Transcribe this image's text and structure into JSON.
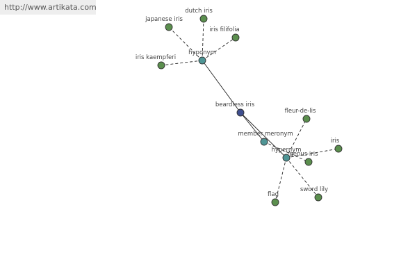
{
  "watermark": "http://www.artikata.com",
  "colors": {
    "leaf": "#5b8f4e",
    "relation": "#4f9595",
    "center": "#3f4f8f"
  },
  "nodes": [
    {
      "id": "beardless-iris",
      "label": "beardless iris",
      "kind": "center"
    },
    {
      "id": "hyponym",
      "label": "hyponym",
      "kind": "relation"
    },
    {
      "id": "member-meronym",
      "label": "member meronym",
      "kind": "relation"
    },
    {
      "id": "hypernym",
      "label": "hypernym",
      "kind": "relation"
    },
    {
      "id": "japanese-iris",
      "label": "japanese iris",
      "kind": "leaf"
    },
    {
      "id": "dutch-iris",
      "label": "dutch iris",
      "kind": "leaf"
    },
    {
      "id": "iris-filifolia",
      "label": "iris filifolia",
      "kind": "leaf"
    },
    {
      "id": "iris-kaempferi",
      "label": "iris kaempferi",
      "kind": "leaf"
    },
    {
      "id": "fleur-de-lis",
      "label": "fleur-de-lis",
      "kind": "leaf"
    },
    {
      "id": "iris",
      "label": "iris",
      "kind": "leaf"
    },
    {
      "id": "genus-iris",
      "label": "genus iris",
      "kind": "leaf"
    },
    {
      "id": "flag",
      "label": "flag",
      "kind": "leaf"
    },
    {
      "id": "sword-lily",
      "label": "sword lily",
      "kind": "leaf"
    }
  ],
  "edges": [
    {
      "from": "beardless-iris",
      "to": "hyponym",
      "style": "solid"
    },
    {
      "from": "beardless-iris",
      "to": "member-meronym",
      "style": "solid"
    },
    {
      "from": "beardless-iris",
      "to": "hypernym",
      "style": "solid"
    },
    {
      "from": "hyponym",
      "to": "japanese-iris",
      "style": "dashed"
    },
    {
      "from": "hyponym",
      "to": "dutch-iris",
      "style": "dashed"
    },
    {
      "from": "hyponym",
      "to": "iris-filifolia",
      "style": "dashed"
    },
    {
      "from": "hyponym",
      "to": "iris-kaempferi",
      "style": "dashed"
    },
    {
      "from": "member-meronym",
      "to": "genus-iris",
      "style": "dashed"
    },
    {
      "from": "hypernym",
      "to": "fleur-de-lis",
      "style": "dashed"
    },
    {
      "from": "hypernym",
      "to": "iris",
      "style": "dashed"
    },
    {
      "from": "hypernym",
      "to": "flag",
      "style": "dashed"
    },
    {
      "from": "hypernym",
      "to": "sword-lily",
      "style": "dashed"
    }
  ]
}
